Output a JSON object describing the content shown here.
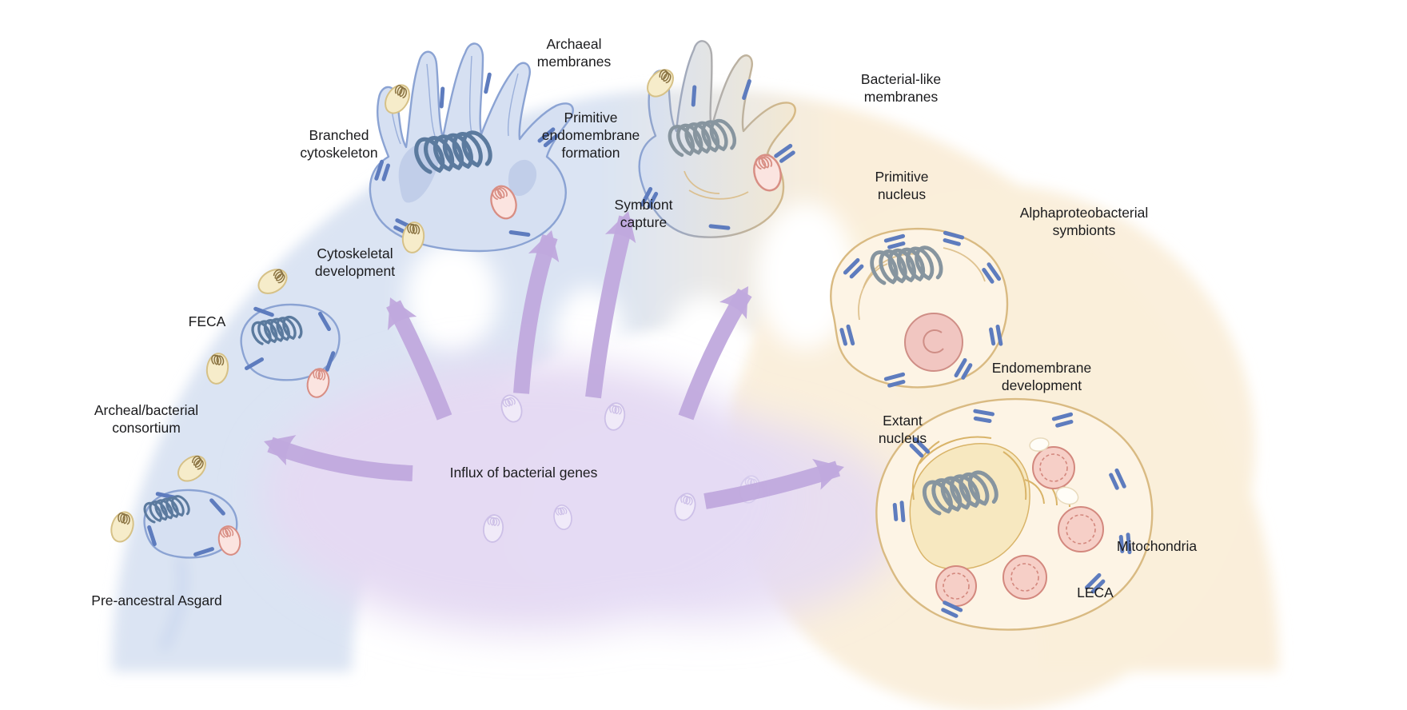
{
  "diagram": {
    "stages": [
      {
        "id": "pre-ancestral-asgard",
        "label": "Pre-ancestral Asgard"
      },
      {
        "id": "archeal-bacterial-consortium",
        "label": "Archeal/bacterial\nconsortium"
      },
      {
        "id": "feca",
        "label": "FECA"
      },
      {
        "id": "cytoskeletal-development",
        "label": "Cytoskeletal\ndevelopment"
      },
      {
        "id": "branched-cytoskeleton",
        "label": "Branched\ncytoskeleton"
      },
      {
        "id": "archaeal-membranes",
        "label": "Archaeal\nmembranes"
      },
      {
        "id": "primitive-endomembrane-formation",
        "label": "Primitive\nendomembrane\nformation"
      },
      {
        "id": "symbiont-capture",
        "label": "Symbiont\ncapture"
      },
      {
        "id": "bacterial-like-membranes",
        "label": "Bacterial-like\nmembranes"
      },
      {
        "id": "primitive-nucleus",
        "label": "Primitive\nnucleus"
      },
      {
        "id": "alphaproteobacterial-symbionts",
        "label": "Alphaproteobacterial\nsymbionts"
      },
      {
        "id": "endomembrane-development",
        "label": "Endomembrane\ndevelopment"
      },
      {
        "id": "extant-nucleus",
        "label": "Extant\nnucleus"
      },
      {
        "id": "influx-of-bacterial-genes",
        "label": "Influx of bacterial genes"
      },
      {
        "id": "mitochondria",
        "label": "Mitochondria"
      },
      {
        "id": "leca",
        "label": "LECA"
      }
    ],
    "colors": {
      "band_blue": "#dbe4f3",
      "band_cream": "#faeeda",
      "cloud_purple": "#e5daf3",
      "arrow_purple": "#c0a9dd",
      "archaeal_fill": "#d6e0f2",
      "archaeal_stroke": "#8ba3d3",
      "archaeal_inner": "#b9c8e6",
      "cytoskeleton_blue": "#5e7cbe",
      "coil_blue": "#5b7a9e",
      "coil_grey": "#87959f",
      "host_fill": "#fdf4e5",
      "host_stroke": "#d9ba82",
      "er_yellow": "#d9b469",
      "er_patch": "#f7e8c0",
      "yellow_fill": "#f6ecca",
      "yellow_stroke": "#d6c187",
      "yellow_squiggle": "#8a7342",
      "red_fill": "#fbe4e0",
      "red_stroke": "#d88e84",
      "nucleus_fill": "#f1c6c1",
      "nucleus_stroke": "#cf8e86",
      "mito_fill": "#f6cfc7",
      "mito_stroke": "#d3887e",
      "faint_bacteria": "#c9bce6",
      "label_text": "#1b1b1d"
    }
  }
}
